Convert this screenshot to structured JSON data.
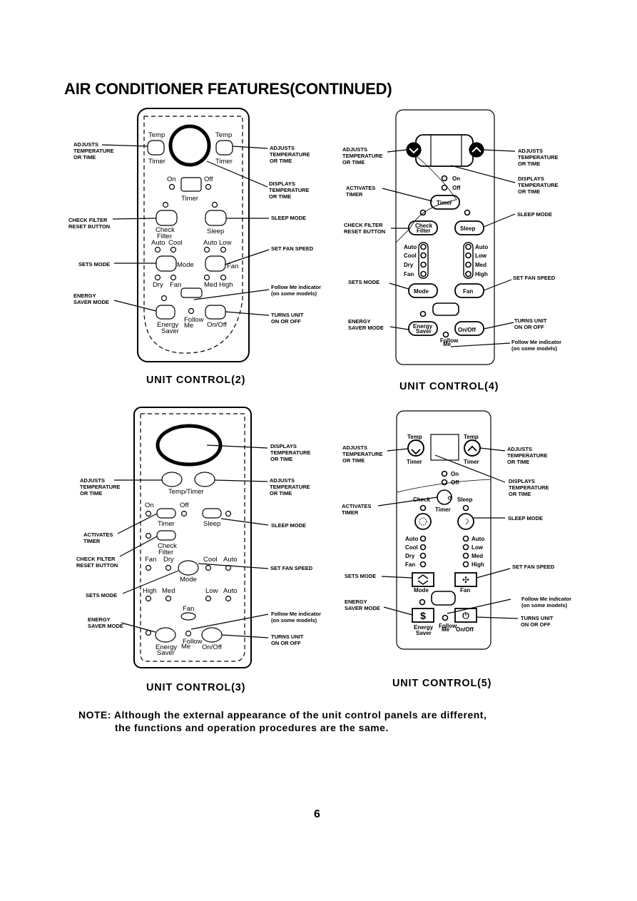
{
  "page": {
    "title": "AIR CONDITIONER FEATURES(CONTINUED)",
    "note_line1": "NOTE: Although the external appearance of the unit control panels are different,",
    "note_line2": "the functions and operation procedures are the same.",
    "page_number": "6"
  },
  "captions": {
    "uc2": "UNIT CONTROL(2)",
    "uc3": "UNIT CONTROL(3)",
    "uc4": "UNIT CONTROL(4)",
    "uc5": "UNIT CONTROL(5)"
  },
  "callouts": {
    "adjusts_temp": [
      "ADJUSTS",
      "TEMPERATURE",
      "OR TIME"
    ],
    "displays_temp": [
      "DISPLAYS",
      "TEMPERATURE",
      "OR TIME"
    ],
    "check_filter": [
      "CHECK FILTER",
      "RESET BUTTON"
    ],
    "sleep_mode": "SLEEP MODE",
    "set_fan_speed": "SET FAN SPEED",
    "sets_mode": "SETS MODE",
    "follow_me": [
      "Follow Me indicator",
      "(on some models)"
    ],
    "energy_saver": [
      "ENERGY",
      "SAVER MODE"
    ],
    "turns_unit": [
      "TURNS UNIT",
      "ON OR OFF"
    ],
    "activates_timer": [
      "ACTIVATES",
      "TIMER"
    ]
  },
  "panel_labels": {
    "temp": "Temp",
    "timer": "Timer",
    "on": "On",
    "off": "Off",
    "check": "Check",
    "filter": "Filter",
    "sleep": "Sleep",
    "auto": "Auto",
    "cool": "Cool",
    "low": "Low",
    "mode": "Mode",
    "fan": "Fan",
    "dry": "Dry",
    "med": "Med",
    "high": "High",
    "energy": "Energy",
    "saver": "Saver",
    "follow": "Follow",
    "me": "Me",
    "on_off": "On/Off",
    "temp_timer": "Temp/Timer"
  }
}
